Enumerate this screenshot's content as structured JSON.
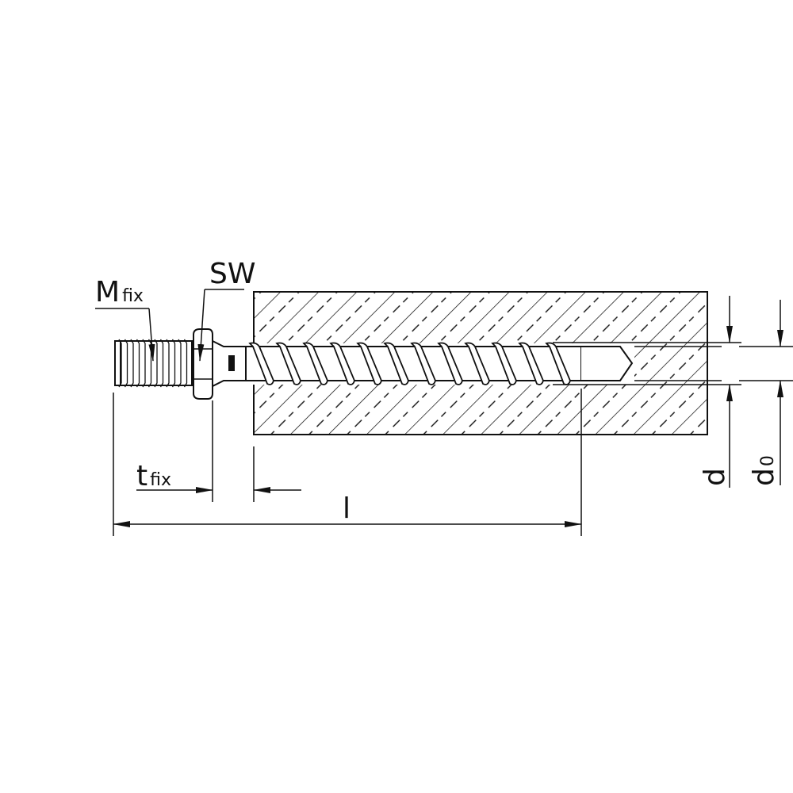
{
  "diagram": {
    "title_labels": {
      "m_fix": {
        "main": "M",
        "sub": "fix"
      },
      "sw": "SW",
      "t_fix": {
        "main": "t",
        "sub": "fix"
      },
      "length": "l",
      "d": "d",
      "d0": {
        "main": "d",
        "sub": "0"
      }
    },
    "colors": {
      "line": "#111111",
      "background": "#ffffff"
    }
  }
}
